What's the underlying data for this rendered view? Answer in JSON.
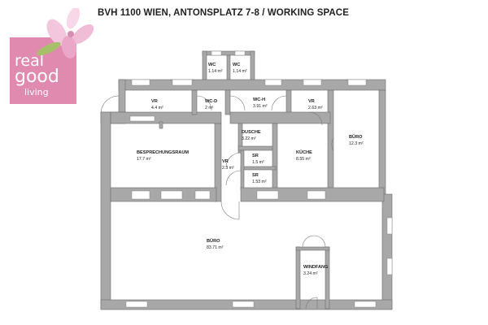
{
  "title": "BVH 1100 WIEN, ANTONSPLATZ 7-8 / WORKING SPACE",
  "logo": {
    "line1": "real",
    "line2": "good",
    "line3": "living",
    "bg_color": "#e08ab0"
  },
  "rooms": {
    "wc_left": {
      "name": "WC",
      "area": "1.14 m²"
    },
    "wc_right": {
      "name": "WC",
      "area": "1.14 m²"
    },
    "vr_top_left": {
      "name": "VR",
      "area": "4.4 m²"
    },
    "wc_d": {
      "name": "WC-D",
      "area": "2 m²"
    },
    "wc_h": {
      "name": "WC-H",
      "area": "3.91 m²"
    },
    "vr_top_right": {
      "name": "VR",
      "area": "2.63 m²"
    },
    "buero_small": {
      "name": "BÜRO",
      "area": "12.3 m²"
    },
    "besprechung": {
      "name": "BESPRECHUNGSRAUM",
      "area": "17.7 m²"
    },
    "dusche": {
      "name": "DUSCHE",
      "area": "3.22 m²"
    },
    "sr_top": {
      "name": "SR",
      "area": "1.5 m²"
    },
    "sr_bottom": {
      "name": "SR",
      "area": "1.53 m²"
    },
    "vr_mid": {
      "name": "VR",
      "area": "2.3 m²"
    },
    "kueche": {
      "name": "KÜCHE",
      "area": "8.55 m²"
    },
    "buero_main": {
      "name": "BÜRO",
      "area": "83.71 m²"
    },
    "windfang": {
      "name": "WINDFANG",
      "area": "3.24 m²"
    }
  },
  "colors": {
    "wall": "#a8a8a8",
    "wall_edge": "#6e6e6e",
    "window": "#ffffff"
  }
}
